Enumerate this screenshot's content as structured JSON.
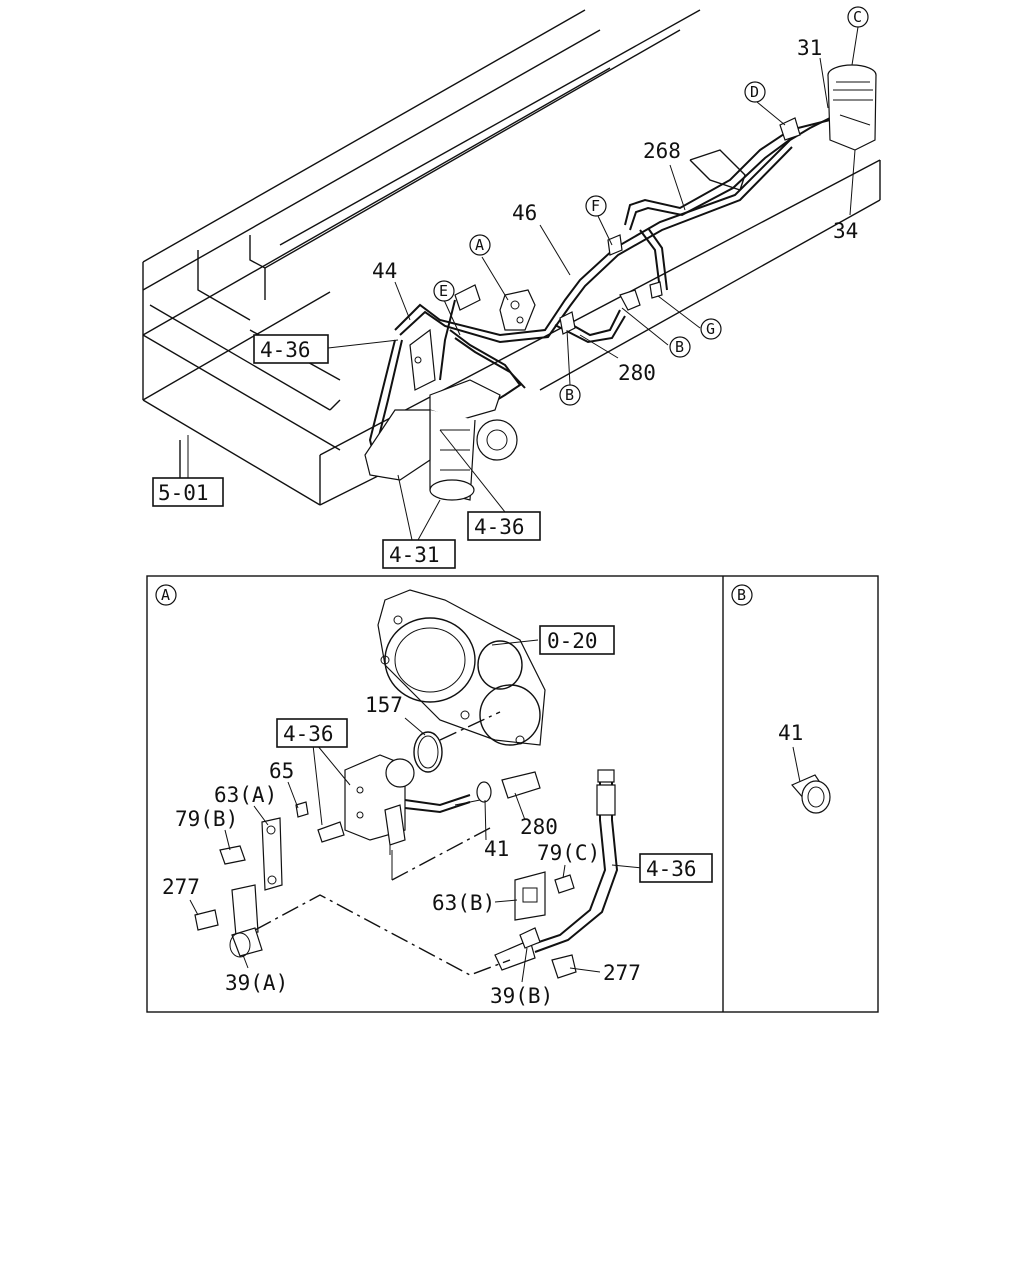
{
  "callouts": {
    "c31": "31",
    "c268": "268",
    "c34": "34",
    "c46": "46",
    "c44": "44",
    "c280_top": "280",
    "c157": "157",
    "c65": "65",
    "c63a": "63(A)",
    "c79b": "79(B)",
    "c277a": "277",
    "c39a": "39(A)",
    "c280_detail": "280",
    "c41_detail": "41",
    "c79c": "79(C)",
    "c63b": "63(B)",
    "c277b": "277",
    "c39b": "39(B)",
    "c41_b": "41"
  },
  "refs": {
    "r436_a": "4-36",
    "r501": "5-01",
    "r436_b": "4-36",
    "r431": "4-31",
    "r020": "0-20",
    "r436_c": "4-36",
    "r436_d": "4-36"
  },
  "circles": {
    "cC": "C",
    "cD": "D",
    "cF": "F",
    "cA": "A",
    "cE": "E",
    "cG": "G",
    "cB1": "B",
    "cB2": "B",
    "panelA": "A",
    "panelB": "B"
  }
}
